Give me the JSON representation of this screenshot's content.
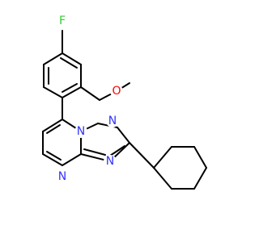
{
  "molecule": {
    "atoms": [
      {
        "symbol": "F",
        "color": "#33cc33"
      },
      {
        "symbol": "O",
        "color": "#ff0000"
      },
      {
        "symbol": "N",
        "color": "#3333ff"
      },
      {
        "symbol": "N",
        "color": "#3333ff"
      },
      {
        "symbol": "N",
        "color": "#3333ff"
      },
      {
        "symbol": "N",
        "color": "#3333ff"
      }
    ],
    "bond_color": "#000000",
    "background": "#ffffff"
  }
}
